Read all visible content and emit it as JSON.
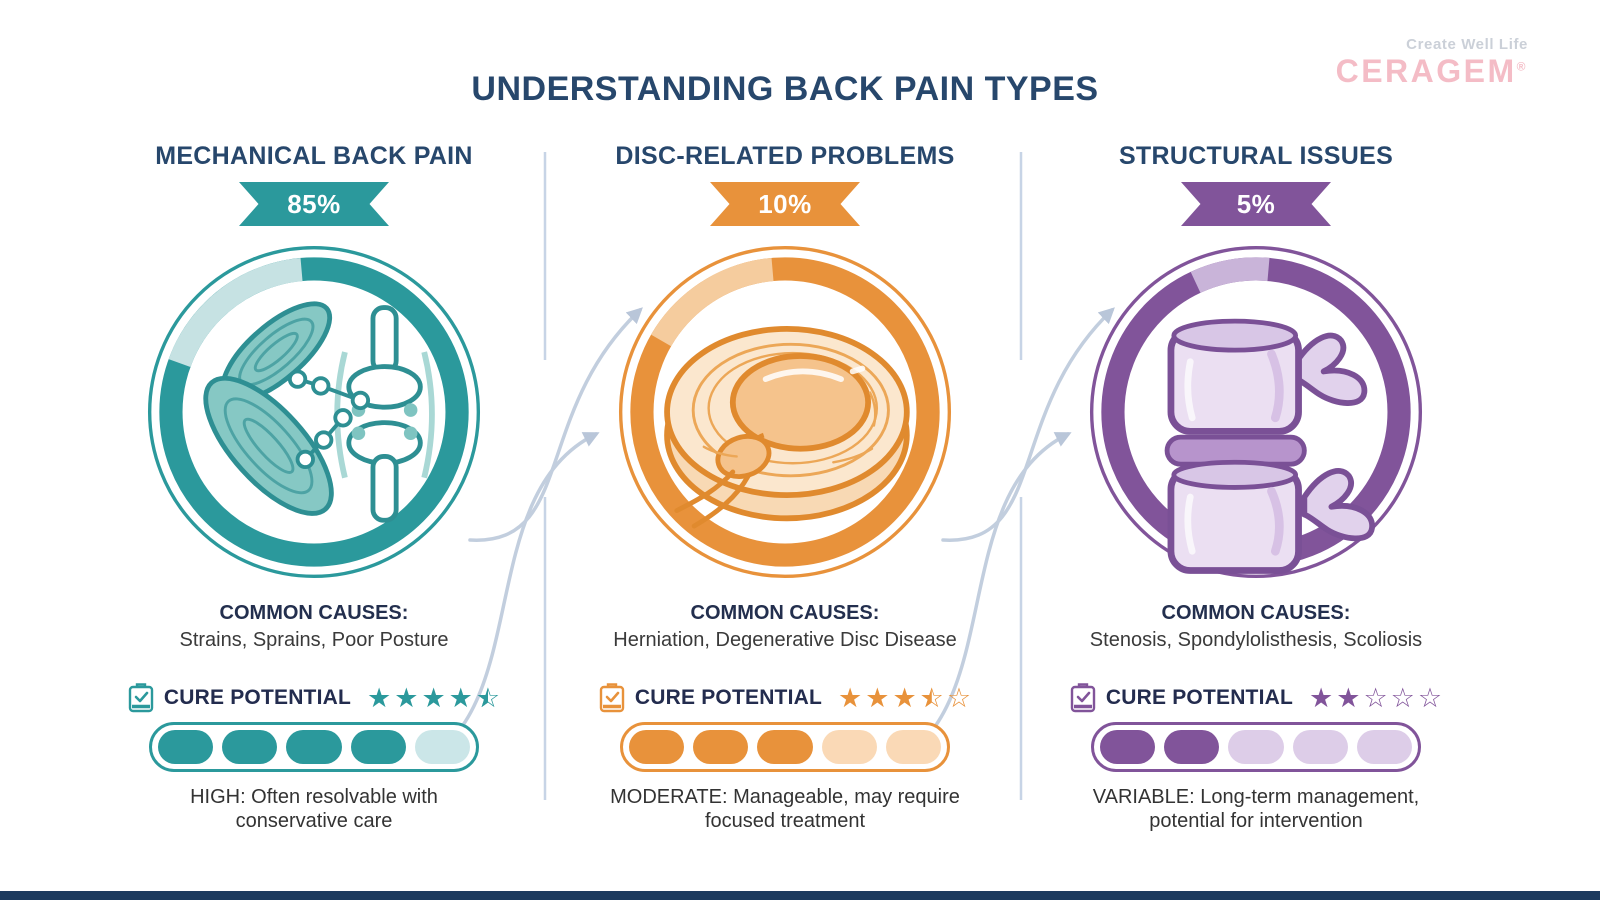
{
  "header": {
    "title": "UNDERSTANDING BACK PAIN TYPES",
    "brand_tagline": "Create Well Life",
    "brand_name": "CERAGEM",
    "brand_mark": "®"
  },
  "colors": {
    "title_navy": "#27476C",
    "divider": "#C7D4E6",
    "arrow": "#C2CEDE",
    "footer_bar": "#1C3A5E",
    "brand_pink": "#F4BCC6",
    "brand_gray": "#CBD0D8"
  },
  "columns": [
    {
      "title": "MECHANICAL BACK PAIN",
      "percent": "85%",
      "accent": "#2B999C",
      "ring_light": "#C6E2E3",
      "pill_light": "#CBE6E8",
      "illustration": "muscles-and-knee-joint",
      "common_causes_label": "COMMON CAUSES:",
      "common_causes": "Strains, Sprains, Poor Posture",
      "cure_label": "CURE POTENTIAL",
      "stars": 4.5,
      "stars_total": 5,
      "pills_filled": 4,
      "pills_total": 5,
      "outcome_line1": "HIGH: Often resolvable with",
      "outcome_line2": "conservative care"
    },
    {
      "title": "DISC-RELATED PROBLEMS",
      "percent": "10%",
      "accent": "#E8923B",
      "ring_light": "#F5CC9E",
      "pill_light": "#FAD9B6",
      "illustration": "herniated-disc",
      "common_causes_label": "COMMON CAUSES:",
      "common_causes": "Herniation, Degenerative Disc Disease",
      "cure_label": "CURE POTENTIAL",
      "stars": 3.5,
      "stars_total": 5,
      "pills_filled": 3,
      "pills_total": 5,
      "outcome_line1": "MODERATE: Manageable, may require",
      "outcome_line2": "focused treatment"
    },
    {
      "title": "STRUCTURAL ISSUES",
      "percent": "5%",
      "accent": "#81549A",
      "ring_light": "#C9B4D9",
      "pill_light": "#DDCDE8",
      "illustration": "vertebrae-stack",
      "common_causes_label": "COMMON CAUSES:",
      "common_causes": "Stenosis, Spondylolisthesis, Scoliosis",
      "cure_label": "CURE POTENTIAL",
      "stars": 2,
      "stars_total": 5,
      "pills_filled": 2,
      "pills_total": 5,
      "outcome_line1": "VARIABLE: Long-term management,",
      "outcome_line2": "potential for intervention"
    }
  ]
}
